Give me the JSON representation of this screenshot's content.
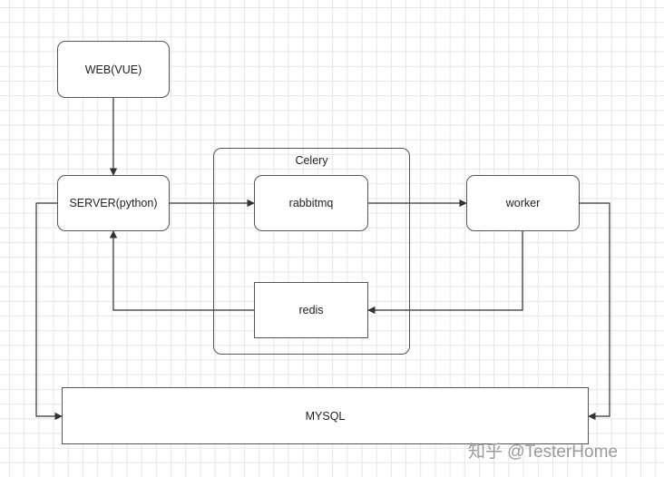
{
  "nodes": {
    "web": "WEB(VUE)",
    "server": "SERVER(python)",
    "rabbitmq": "rabbitmq",
    "worker": "worker",
    "redis": "redis",
    "mysql": "MYSQL"
  },
  "groups": {
    "celery": "Celery"
  },
  "watermark": "知乎 @TesterHome",
  "colors": {
    "line": "#333333",
    "border": "#555555",
    "grid": "#e6e6e6"
  }
}
